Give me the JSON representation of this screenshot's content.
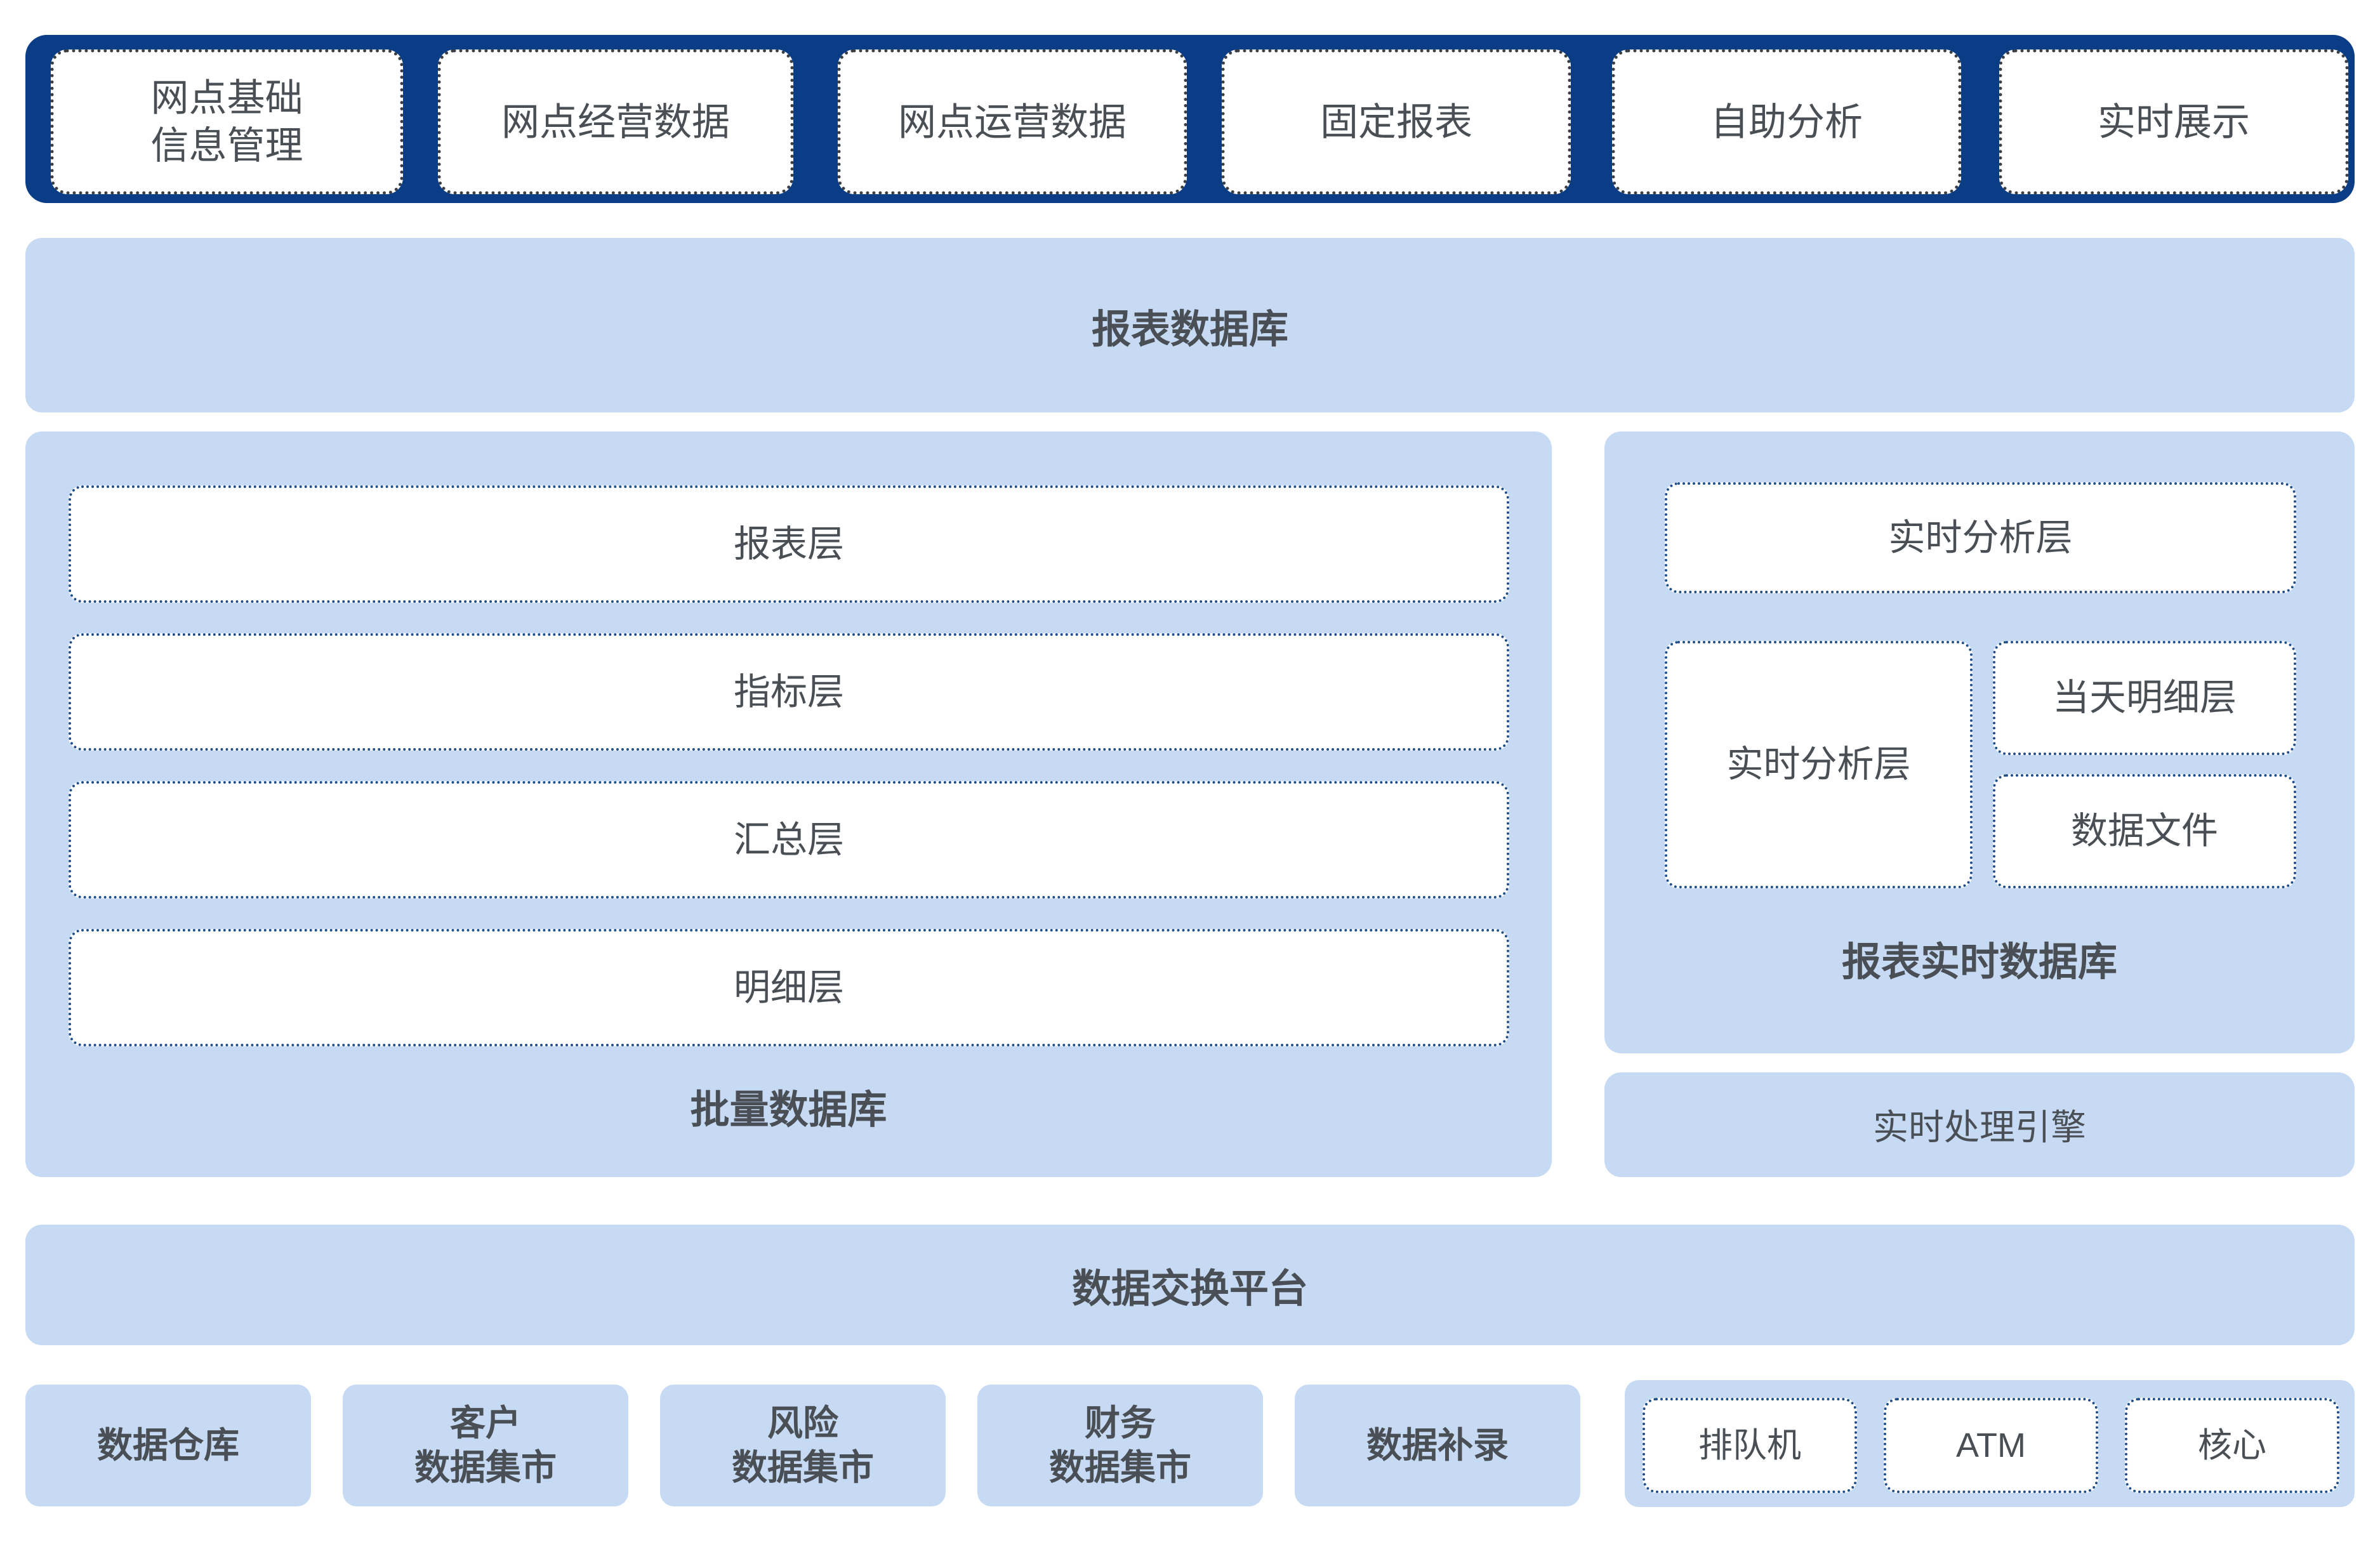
{
  "colors": {
    "brand_dark_blue": "#0A3D85",
    "panel_light_blue": "#C6DAF4",
    "text_gray": "#4a4f55",
    "dotted_border_blue": "#1F4E88"
  },
  "appbar": {
    "items": [
      {
        "label": "网点基础\n信息管理"
      },
      {
        "label": "网点经营数据"
      },
      {
        "label": "网点运营数据"
      },
      {
        "label": "固定报表"
      },
      {
        "label": "自助分析"
      },
      {
        "label": "实时展示"
      }
    ]
  },
  "report_db_band": {
    "title": "报表数据库"
  },
  "batch_panel": {
    "layers": [
      {
        "label": "报表层"
      },
      {
        "label": "指标层"
      },
      {
        "label": "汇总层"
      },
      {
        "label": "明细层"
      }
    ],
    "title": "批量数据库"
  },
  "realtime_panel": {
    "top_layer": {
      "label": "实时分析层"
    },
    "left_layer": {
      "label": "实时分析层"
    },
    "right_layers": [
      {
        "label": "当天明细层"
      },
      {
        "label": "数据文件"
      }
    ],
    "title": "报表实时数据库"
  },
  "realtime_engine": {
    "title": "实时处理引擎"
  },
  "exchange_band": {
    "title": "数据交换平台"
  },
  "sources": {
    "boxes": [
      {
        "label": "数据仓库"
      },
      {
        "label": "客户\n数据集市"
      },
      {
        "label": "风险\n数据集市"
      },
      {
        "label": "财务\n数据集市"
      },
      {
        "label": "数据补录"
      }
    ],
    "group": {
      "items": [
        {
          "label": "排队机"
        },
        {
          "label": "ATM"
        },
        {
          "label": "核心"
        }
      ]
    }
  }
}
